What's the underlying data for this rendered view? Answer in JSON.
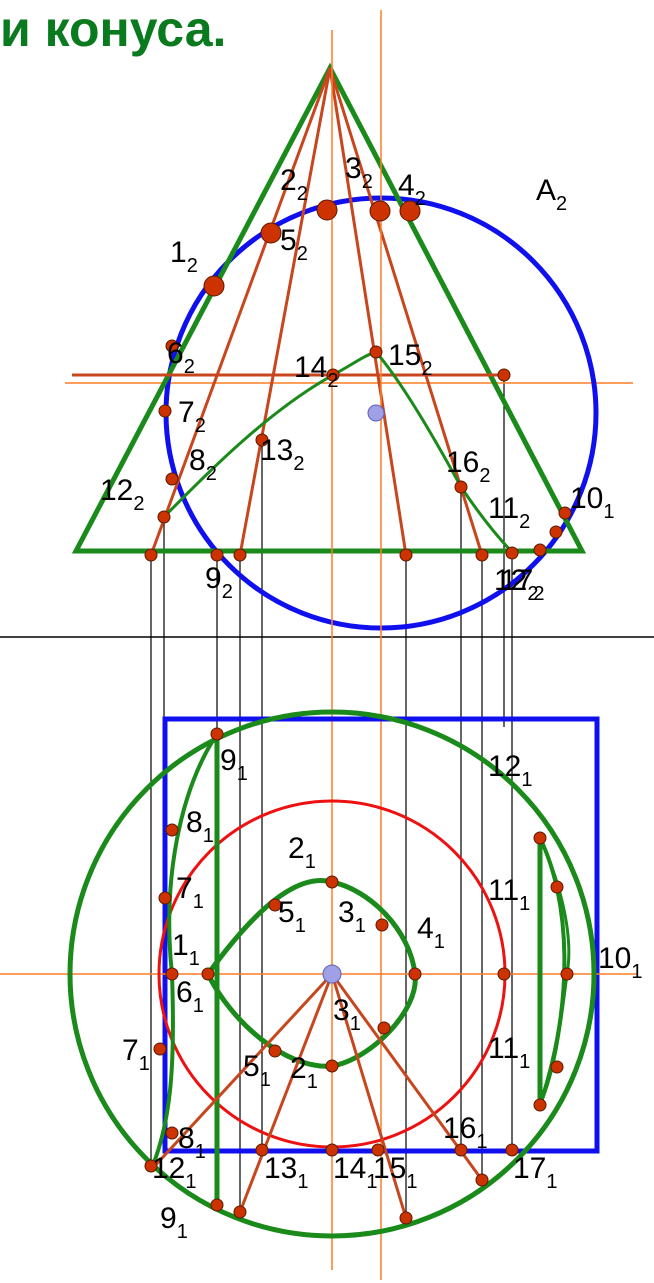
{
  "title": "и конуса.",
  "colors": {
    "title": "#0a7a1e",
    "cone_and_section": "#1a8a1a",
    "cylinder": "#1010ee",
    "projection_circle": "#ee1111",
    "generators": "#c8461e",
    "axis": "#ff7f27",
    "points": "#cc3300",
    "center_point": "#a0a0e6",
    "link_lines": "#000000"
  },
  "front_view_labels": [
    {
      "base": "A",
      "sub": "2"
    },
    {
      "base": "1",
      "sub": "2"
    },
    {
      "base": "2",
      "sub": "2"
    },
    {
      "base": "3",
      "sub": "2"
    },
    {
      "base": "4",
      "sub": "2"
    },
    {
      "base": "5",
      "sub": "2"
    },
    {
      "base": "6",
      "sub": "2"
    },
    {
      "base": "7",
      "sub": "2"
    },
    {
      "base": "8",
      "sub": "2"
    },
    {
      "base": "9",
      "sub": "2"
    },
    {
      "base": "10",
      "sub": "1"
    },
    {
      "base": "11",
      "sub": "2"
    },
    {
      "base": "12",
      "sub": "2"
    },
    {
      "base": "12",
      "sub": "2"
    },
    {
      "base": "13",
      "sub": "2"
    },
    {
      "base": "14",
      "sub": "2"
    },
    {
      "base": "15",
      "sub": "2"
    },
    {
      "base": "16",
      "sub": "2"
    },
    {
      "base": "17",
      "sub": "2"
    }
  ],
  "top_view_labels": [
    {
      "base": "1",
      "sub": "1"
    },
    {
      "base": "2",
      "sub": "1"
    },
    {
      "base": "2",
      "sub": "1"
    },
    {
      "base": "3",
      "sub": "1"
    },
    {
      "base": "3",
      "sub": "1"
    },
    {
      "base": "4",
      "sub": "1"
    },
    {
      "base": "5",
      "sub": "1"
    },
    {
      "base": "5",
      "sub": "1"
    },
    {
      "base": "6",
      "sub": "1"
    },
    {
      "base": "7",
      "sub": "1"
    },
    {
      "base": "7",
      "sub": "1"
    },
    {
      "base": "8",
      "sub": "1"
    },
    {
      "base": "8",
      "sub": "1"
    },
    {
      "base": "9",
      "sub": "1"
    },
    {
      "base": "9",
      "sub": "1"
    },
    {
      "base": "10",
      "sub": "1"
    },
    {
      "base": "11",
      "sub": "1"
    },
    {
      "base": "11",
      "sub": "1"
    },
    {
      "base": "12",
      "sub": "1"
    },
    {
      "base": "12",
      "sub": "1"
    },
    {
      "base": "13",
      "sub": "1"
    },
    {
      "base": "14",
      "sub": "1"
    },
    {
      "base": "15",
      "sub": "1"
    },
    {
      "base": "16",
      "sub": "1"
    },
    {
      "base": "17",
      "sub": "1"
    }
  ]
}
